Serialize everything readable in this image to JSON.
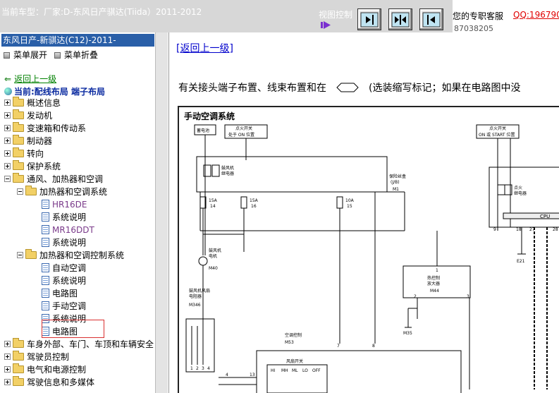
{
  "header": {
    "car_model": "当前车型：厂家:D-东风日产骐达(Tiida）2011-2012",
    "view_control": "视图控制",
    "service_label": "您的专职客服",
    "service_qq": "QQ:196790",
    "service_number": "87038205"
  },
  "sidebar": {
    "header": "东风日产-新骐达(C12)-2011-",
    "expand_all": "菜单展开",
    "collapse_all": "菜单折叠",
    "back": "返回上一级",
    "current": "当前:配线布局  端子布局",
    "tree": [
      {
        "label": "概述信息"
      },
      {
        "label": "发动机"
      },
      {
        "label": "变速箱和传动系"
      },
      {
        "label": "制动器"
      },
      {
        "label": "转向"
      },
      {
        "label": "保护系统"
      },
      {
        "label": "通风、加热器和空调"
      },
      {
        "label": "加热器和空调系统"
      },
      {
        "label": "HR16DE"
      },
      {
        "label": "系统说明"
      },
      {
        "label": "MR16DDT"
      },
      {
        "label": "系统说明"
      },
      {
        "label": "加热器和空调控制系统"
      },
      {
        "label": "自动空调"
      },
      {
        "label": "系统说明"
      },
      {
        "label": "电路图"
      },
      {
        "label": "手动空调"
      },
      {
        "label": "系统说明"
      },
      {
        "label": "电路图"
      },
      {
        "label": "车身外部、车门、车顶和车辆安全"
      },
      {
        "label": "驾驶员控制"
      },
      {
        "label": "电气和电源控制"
      },
      {
        "label": "驾驶信息和多媒体"
      }
    ]
  },
  "main": {
    "return_link": "[返回上一级]",
    "desc_before": "有关接头端子布置、线束布置和在",
    "desc_after": "(选装缩写标记；如果在电路图中没",
    "diagram": {
      "title": "手动空调系统",
      "battery": "蓄电池",
      "ign_on_1": "点火开关",
      "ign_on_2": "处于 ON 位置",
      "ign_start_1": "点火开关",
      "ign_start_2": "ON 或 START 位置",
      "blower_relay_1": "鼓风机",
      "blower_relay_2": "继电器",
      "fuse_box_1": "保险丝盒",
      "fuse_box_2": "(J/B)",
      "fuse_box_conn": "M1",
      "fuse1_a": "15A",
      "fuse1_b": "14",
      "fuse2_a": "15A",
      "fuse2_b": "16",
      "fuse3_a": "10A",
      "fuse3_b": "15",
      "ign_relay_1": "点火",
      "ign_relay_2": "继电器",
      "cpu": "CPU",
      "pin_9": "9",
      "pin_18": "18",
      "pin_27": "27",
      "pin_28": "28",
      "e21": "E21",
      "blower_motor_1": "鼓风机",
      "blower_motor_2": "电机",
      "m40": "M40",
      "thermal_1": "热控制",
      "thermal_2": "放大器",
      "m44": "M44",
      "pin_1": "1",
      "pin_2": "2",
      "pin_3": "3",
      "m35": "M35",
      "fan_res_1": "鼓风机风扇",
      "fan_res_2": "电阻器",
      "m346": "M346",
      "ac_ctrl": "空调控制",
      "m53": "M53",
      "pin_7": "7",
      "pin_8": "8",
      "fan_switch": "风扇开关",
      "sw_labels": [
        "HI",
        "MH",
        "ML",
        "LO",
        "OFF"
      ],
      "pin_4": "4",
      "pin_13": "13",
      "bottom_pins": [
        "1",
        "2",
        "3",
        "4"
      ]
    }
  }
}
